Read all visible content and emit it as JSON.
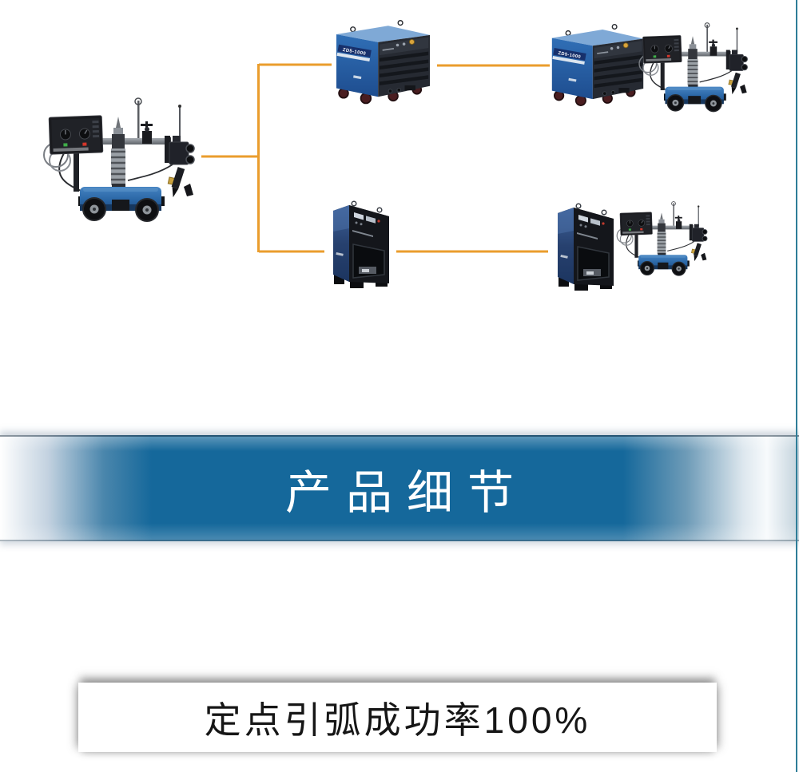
{
  "page": {
    "background": "#ffffff",
    "right_edge_color": "#2e7d98"
  },
  "diagram": {
    "connector_color": "#EA9D2D",
    "blue_source_label": "ZD5-1000",
    "machines": {
      "tractor_main": "welding-tractor",
      "blue_source_single": "blue-welding-power-source",
      "blue_source_combo": "blue-power-source-with-tractor",
      "dark_source_single": "dark-welding-power-source",
      "dark_source_combo": "dark-power-source-with-tractor"
    },
    "colors": {
      "tractor_body": "#2f6fae",
      "blue_source_body": "#2b67b1",
      "dark_source_front": "#14161b",
      "dark_source_side": "#3f639c"
    }
  },
  "banner": {
    "title": "产品细节",
    "bg_color": "#15689B",
    "text_color": "#ffffff"
  },
  "highlight": {
    "text": "定点引弧成功率100%",
    "text_color": "#161616",
    "bg_color": "#ffffff"
  }
}
